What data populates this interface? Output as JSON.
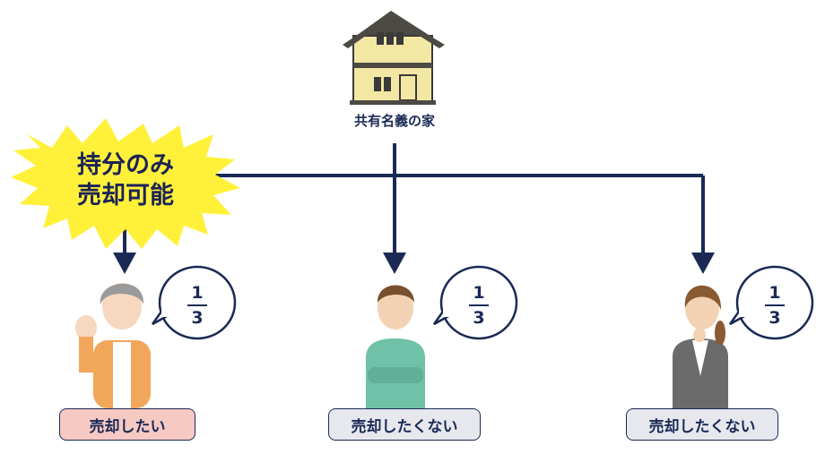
{
  "house": {
    "caption": "共有名義の家",
    "icon": "house-icon"
  },
  "starburst": {
    "line1": "持分のみ",
    "line2": "売却可能",
    "color": "#fff13a"
  },
  "owners": [
    {
      "share_num": "1",
      "share_den": "3",
      "status": "売却したい",
      "status_color": "#f7c9c3"
    },
    {
      "share_num": "1",
      "share_den": "3",
      "status": "売却したくない",
      "status_color": "#e6e8ee"
    },
    {
      "share_num": "1",
      "share_den": "3",
      "status": "売却したくない",
      "status_color": "#e6e8ee"
    }
  ],
  "colors": {
    "navy": "#1a2a55",
    "house_wall": "#f3e7a4",
    "house_roof": "#4d4a45"
  }
}
